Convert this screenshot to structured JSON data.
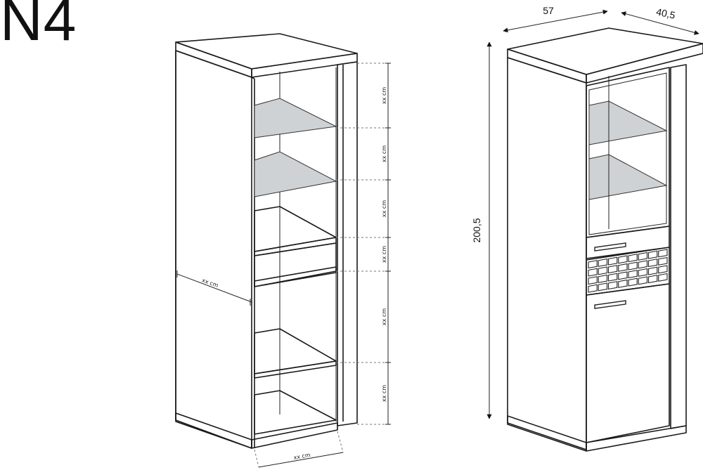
{
  "title": "N4",
  "left_view": {
    "height_labels": [
      "xx cm",
      "xx cm",
      "xx cm",
      "xx cm",
      "xx cm",
      "xx cm"
    ],
    "depth_label": "xx cm",
    "width_label": "xx cm"
  },
  "right_view": {
    "width_label": "57",
    "depth_label": "40,5",
    "height_label": "200,5"
  }
}
